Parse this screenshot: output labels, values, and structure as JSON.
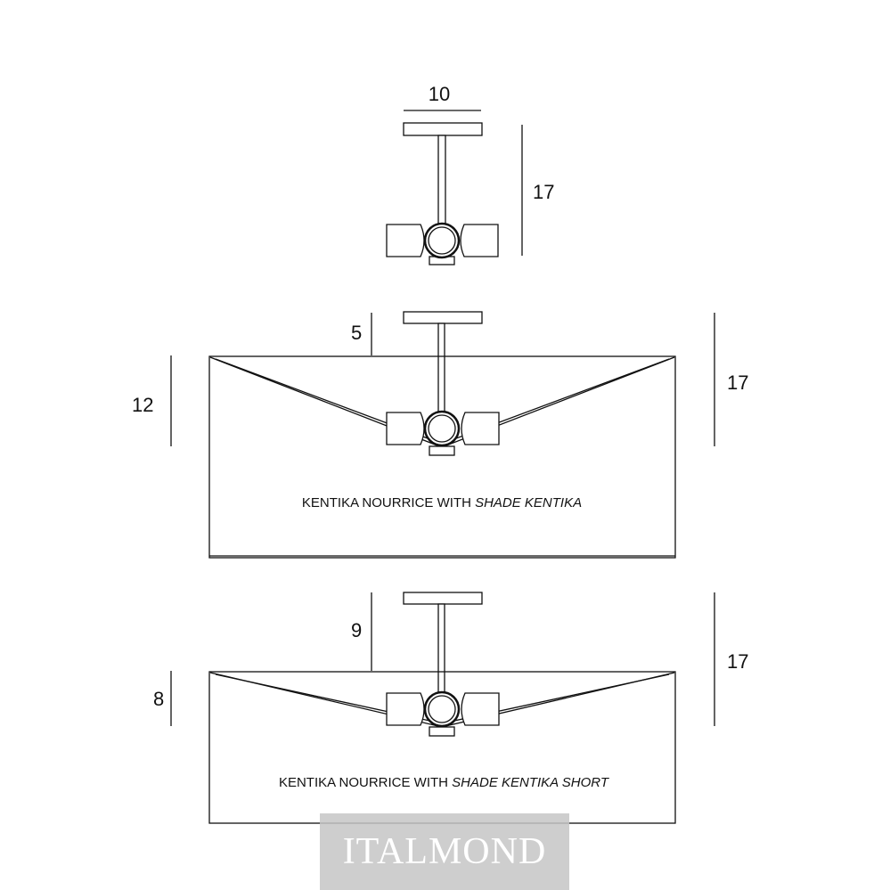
{
  "top_view": {
    "width_dim": "10",
    "height_dim": "17"
  },
  "view_shade": {
    "offset_dim": "5",
    "shade_height_dim": "12",
    "total_height_dim": "17",
    "caption_main": "KENTIKA NOURRICE WITH ",
    "caption_italic": "SHADE KENTIKA"
  },
  "view_short": {
    "offset_dim": "9",
    "shade_height_dim": "8",
    "total_height_dim": "17",
    "caption_main": "KENTIKA NOURRICE WITH ",
    "caption_italic": "SHADE KENTIKA SHORT"
  },
  "watermark": "ITALMOND"
}
